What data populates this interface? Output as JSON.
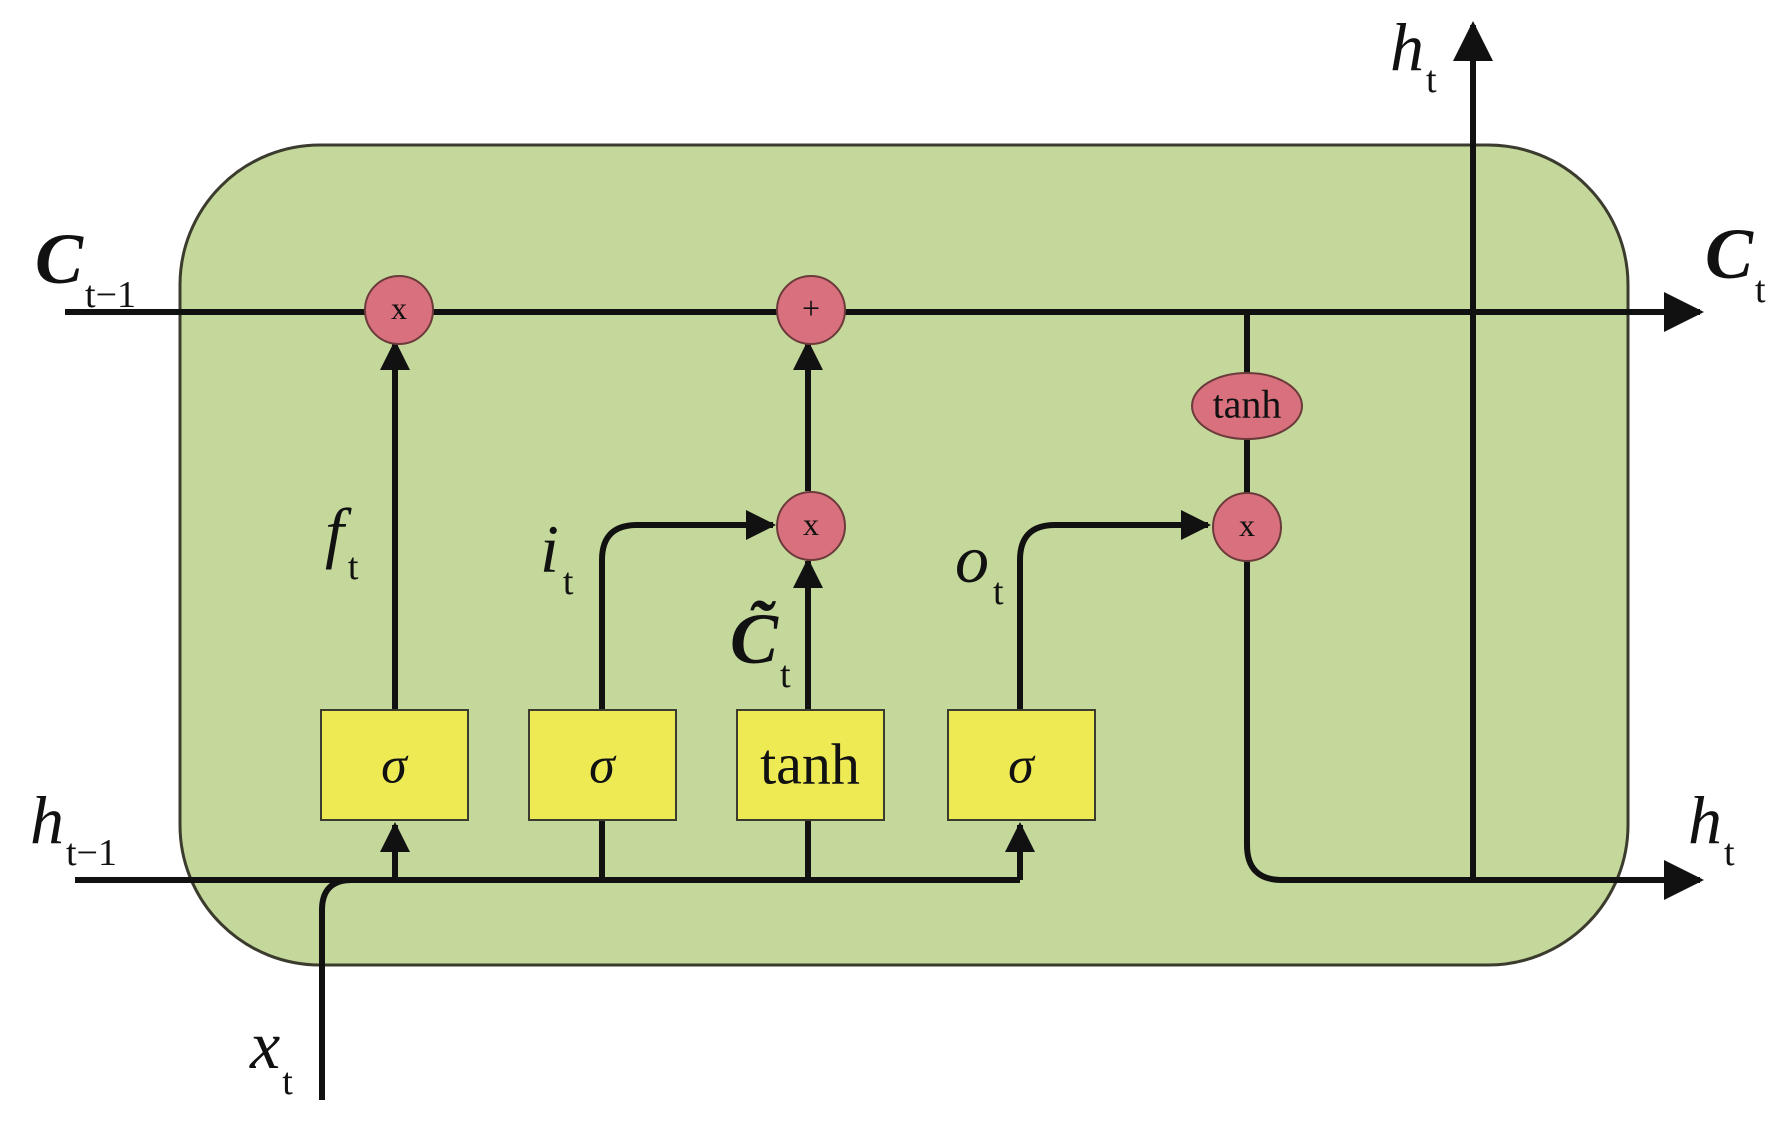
{
  "colors": {
    "cell_fill": "#c5d89b",
    "cell_stroke": "#3b3b2e",
    "gate_fill": "#eeea54",
    "op_fill": "#d9707d",
    "wire": "#111111"
  },
  "labels": {
    "c_prev": {
      "main": "C",
      "sub": "t−1"
    },
    "c_out": {
      "main": "C",
      "sub": "t"
    },
    "h_prev": {
      "main": "h",
      "sub": "t−1"
    },
    "h_out_right": {
      "main": "h",
      "sub": "t"
    },
    "h_out_top": {
      "main": "h",
      "sub": "t"
    },
    "x_in": {
      "main": "x",
      "sub": "t"
    },
    "forget_gate": {
      "main": "f",
      "sub": "t"
    },
    "input_gate": {
      "main": "i",
      "sub": "t"
    },
    "candidate": {
      "main": "C̃",
      "sub": "t"
    },
    "output_gate": {
      "main": "o",
      "sub": "t"
    }
  },
  "gates": [
    {
      "id": "forget",
      "label": "σ"
    },
    {
      "id": "input",
      "label": "σ"
    },
    {
      "id": "candidate",
      "label": "tanh"
    },
    {
      "id": "output",
      "label": "σ"
    }
  ],
  "operators": {
    "forget_mult": "x",
    "cell_add": "+",
    "input_mult": "x",
    "output_mult": "x",
    "cell_tanh": "tanh"
  }
}
